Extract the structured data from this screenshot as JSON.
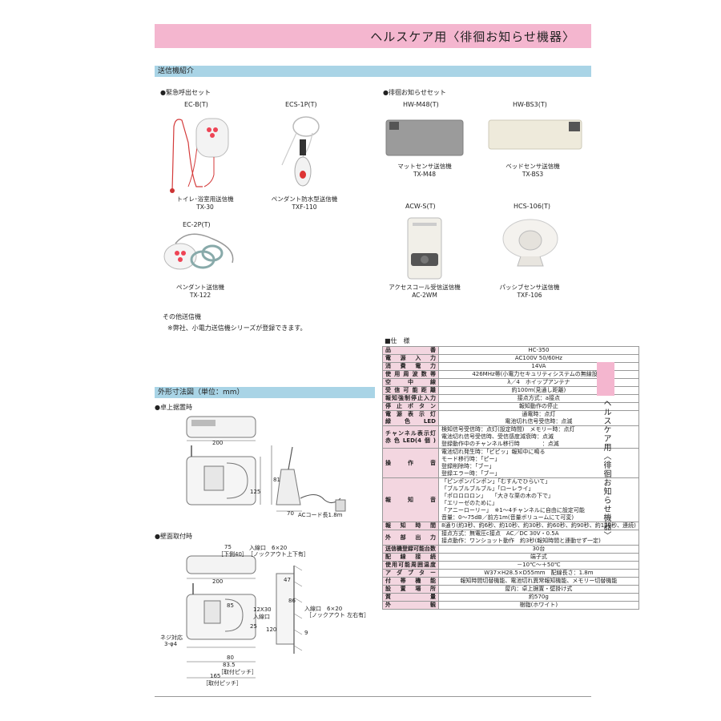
{
  "header": {
    "title": "ヘルスケア用〈徘徊お知らせ機器〉"
  },
  "section_transmitters": {
    "title": "送信機紹介"
  },
  "emergency_set": {
    "heading": "●緊急呼出セット",
    "items": [
      {
        "model": "EC-B(T)",
        "name": "トイレ･浴室用送信機",
        "code": "TX-30"
      },
      {
        "model": "ECS-1P(T)",
        "name": "ペンダント防水型送信機",
        "code": "TXF-110"
      },
      {
        "model": "EC-2P(T)",
        "name": "ペンダント送信機",
        "code": "TX-122"
      }
    ]
  },
  "wander_set": {
    "heading": "●徘徊お知らせセット",
    "items": [
      {
        "model": "HW-M48(T)",
        "name": "マットセンサ送信機",
        "code": "TX-M48"
      },
      {
        "model": "HW-BS3(T)",
        "name": "ベッドセンサ送信機",
        "code": "TX-BS3"
      },
      {
        "model": "ACW-S(T)",
        "name": "アクセスコール受信送信機",
        "code": "AC-2WM"
      },
      {
        "model": "HCS-106(T)",
        "name": "パッシブセンサ送信機",
        "code": "TXF-106"
      }
    ]
  },
  "other": {
    "title": "その他送信機",
    "note": "※弊社、小電力送信機シリーズが登録できます。"
  },
  "section_dims": {
    "title": "外形寸法図（単位：mm）"
  },
  "desk": {
    "heading": "●卓上据置時",
    "w200": "200",
    "h81": "81",
    "h125": "125",
    "d70": "70",
    "cord": "ACコード長1.8m"
  },
  "wall": {
    "heading": "●壁面取付時",
    "d75": "75",
    "lower40": "［下側40］",
    "inlet1": "入線口　6×20",
    "knock1": "［ノックアウト上下有］",
    "w200": "200",
    "d85": "85",
    "d30": "12X30",
    "inlet2": "入線口",
    "d47": "47",
    "d86": "86",
    "d120": "120",
    "d25": "25",
    "d9": "9",
    "d80": "80",
    "d835": "83.5",
    "pitch1": "［取付ピッチ］",
    "d165": "165",
    "pitch2": "［取付ピッチ］",
    "screw": "ネジ対応",
    "screw2": "3-φ4",
    "inlet3": "入線口　6×20",
    "knock2": "［ノックアウト 左右有］"
  },
  "side_tab": {
    "text": "ヘルスケア用〈徘徊お知らせ機器〉"
  },
  "spec": {
    "heading": "■仕　様",
    "rows": [
      {
        "k": "品番",
        "v": "HC-350"
      },
      {
        "k": "電源入力",
        "v": "AC100V 50/60Hz"
      },
      {
        "k": "消費電力",
        "v": "14VA"
      },
      {
        "k": "使用周波数帯",
        "v": "426MHz帯(小電力セキュリティシステムの無線設備)"
      },
      {
        "k": "空中線",
        "v": "λ／4　ホイップアンテナ"
      },
      {
        "k": "受信可能距離",
        "v": "約100m(見通し距離)"
      },
      {
        "k": "報知強制停止入力",
        "v": "接点方式：a接点"
      },
      {
        "k": "停止ボタン",
        "v": "報知動作の停止"
      },
      {
        "k": "電源表示灯\n緑色LED",
        "v": "通電時：点灯\n電池切れ信号受信時：点滅"
      },
      {
        "k": "チャンネル表示灯\n赤色LED(4個)",
        "v": "検知信号受信時：点灯(設定時間)　メモリー時：点灯\n電池切れ信号受信時、受信感度減衰時：点滅\n登録動作中のチャンネル移行時　　　　：点滅"
      },
      {
        "k": "操作音",
        "v": "電池切れ発生時：「ピピッ」報知中に鳴る\nモード移行時：「ピー」\n登録削除時：「ブー」\n登録エラー時：「ブー」"
      },
      {
        "k": "報知音",
        "v": "「ピンポンパンポン」「むすんでひらいて」\n「ブルブルブルブル」「ローレライ」\n「ポロロロロン」　　「大きな栗の木の下で」\n「エリーゼのために」\n「アニーローリー」　※1〜4チャンネルに自由に設定可能\n音量：0〜75dB／前方1m(音量ボリュームにて可変)"
      },
      {
        "k": "報知時間",
        "v": "8通り(約3秒、約6秒、約10秒、約30秒、約60秒、約90秒、約120秒、連続)"
      },
      {
        "k": "外部出力",
        "v": "接点方式：無電圧c接点　AC／DC 30V・0.5A\n接点動作：ワンショット動作　約3秒(報知時間と連動せず一定)"
      },
      {
        "k": "送信機登録可能台数",
        "v": "30台"
      },
      {
        "k": "配線接続",
        "v": "端子式"
      },
      {
        "k": "使用可能周囲温度",
        "v": "－10℃〜＋50℃"
      },
      {
        "k": "アダプター",
        "v": "W37×H28.5×D55mm　配線長さ：1.8m"
      },
      {
        "k": "付帯機能",
        "v": "報知時間切替機能、電池切れ異常報知機能、メモリー切替機能"
      },
      {
        "k": "設置場所",
        "v": "屋内：卓上据置・壁掛け式"
      },
      {
        "k": "質量",
        "v": "約570g"
      },
      {
        "k": "外観",
        "v": "樹脂(ホワイト)"
      }
    ]
  }
}
